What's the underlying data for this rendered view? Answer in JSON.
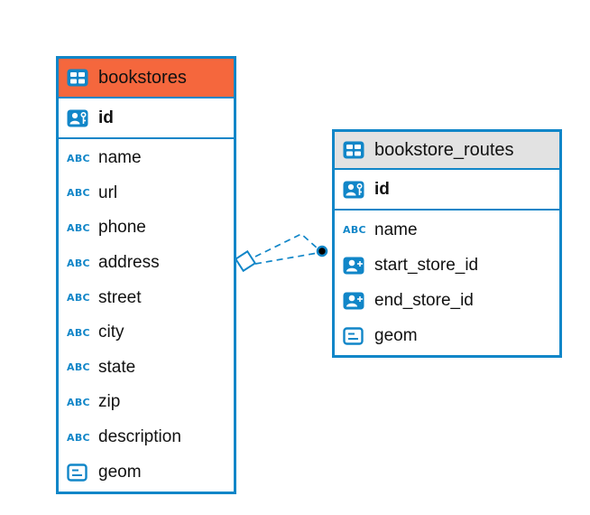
{
  "diagram": {
    "text_icon_label": "ABC",
    "colors": {
      "accent_blue": "#1186c8",
      "bookstores_header": "#f5673d",
      "routes_header": "#e2e2e2"
    },
    "relationship": {
      "from_table": "bookstores",
      "to_table": "bookstore_routes",
      "style": "dashed",
      "endpoints": [
        "diamond",
        "dot"
      ]
    },
    "tables": [
      {
        "name": "bookstores",
        "primary_key": {
          "label": "id"
        },
        "columns": [
          {
            "label": "name",
            "type": "text"
          },
          {
            "label": "url",
            "type": "text"
          },
          {
            "label": "phone",
            "type": "text"
          },
          {
            "label": "address",
            "type": "text"
          },
          {
            "label": "street",
            "type": "text"
          },
          {
            "label": "city",
            "type": "text"
          },
          {
            "label": "state",
            "type": "text"
          },
          {
            "label": "zip",
            "type": "text"
          },
          {
            "label": "description",
            "type": "text"
          },
          {
            "label": "geom",
            "type": "geometry"
          }
        ]
      },
      {
        "name": "bookstore_routes",
        "primary_key": {
          "label": "id"
        },
        "columns": [
          {
            "label": "name",
            "type": "text"
          },
          {
            "label": "start_store_id",
            "type": "foreign_key"
          },
          {
            "label": "end_store_id",
            "type": "foreign_key"
          },
          {
            "label": "geom",
            "type": "geometry"
          }
        ]
      }
    ]
  }
}
